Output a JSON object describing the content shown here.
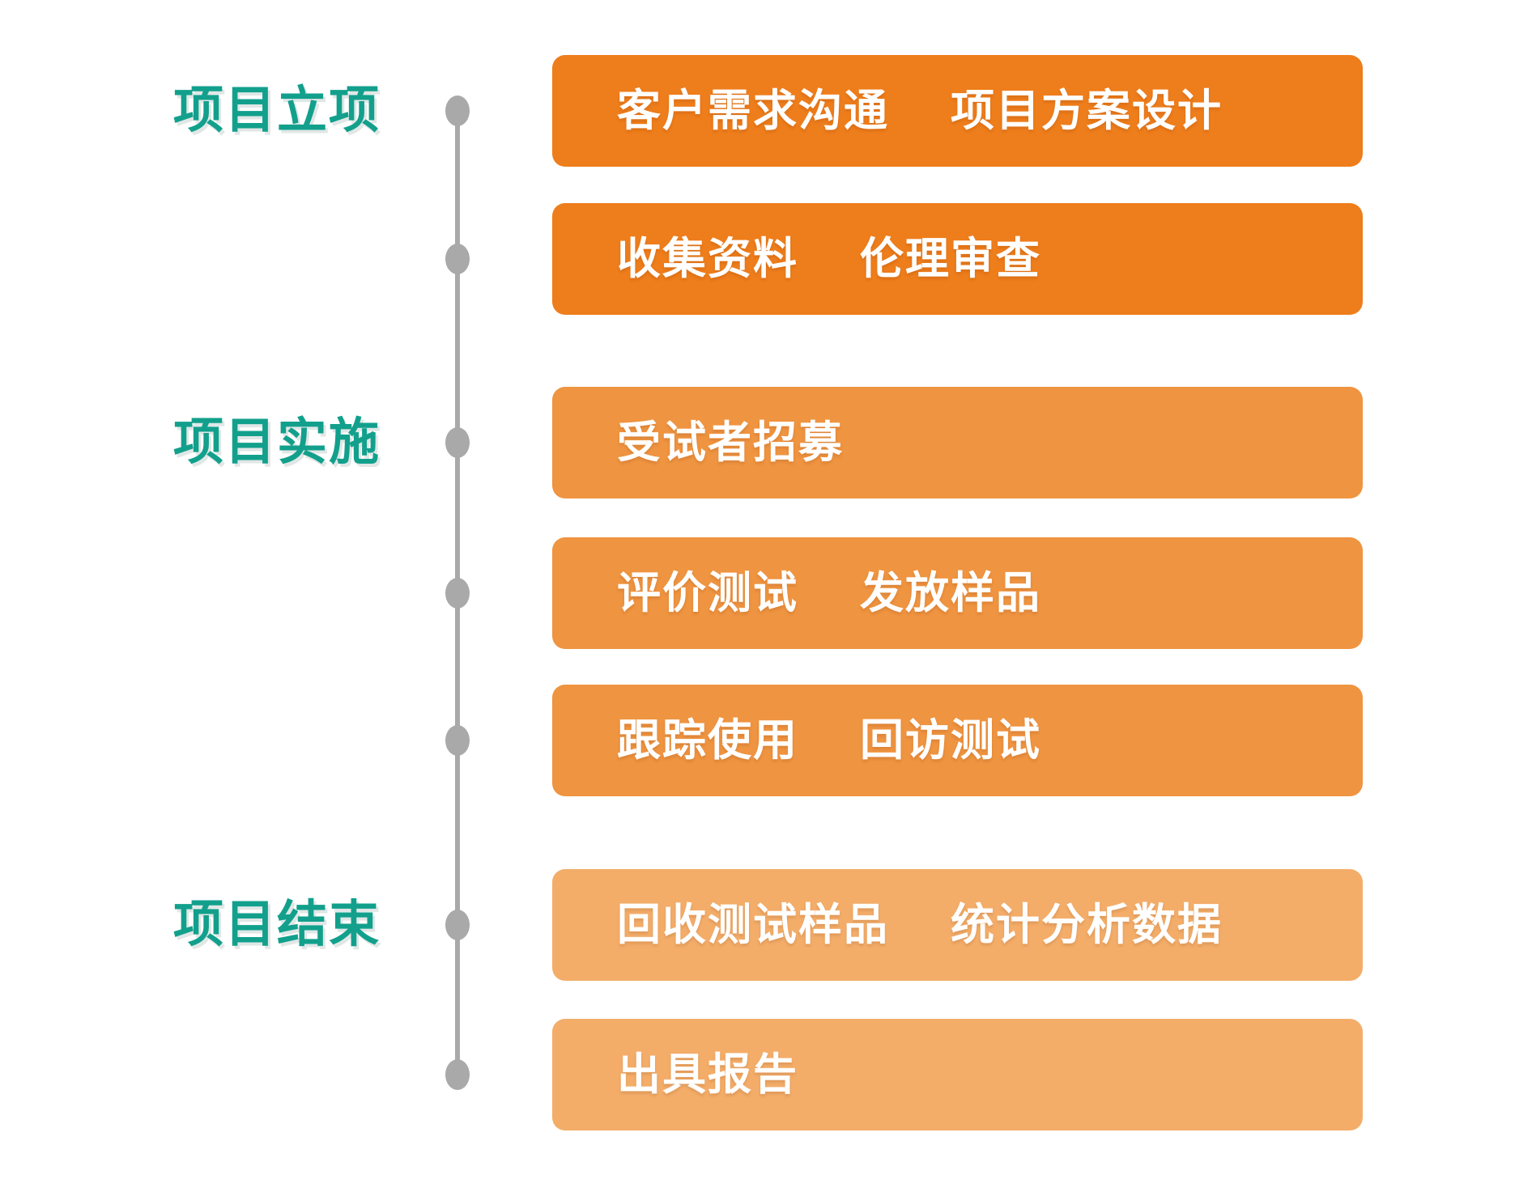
{
  "colors": {
    "background": "#FFFFFF",
    "stage_label": "#12A08C",
    "timeline_gray": "#A9A9A9",
    "bar_dark_orange": "#EE7D1B",
    "bar_mid_orange": "#EF9440",
    "bar_light_orange": "#F3AD69",
    "bar_text": "#FFFFFF"
  },
  "timeline": {
    "stages": [
      {
        "label": "项目立项"
      },
      {
        "label": "项目实施"
      },
      {
        "label": "项目结束"
      }
    ],
    "bars": [
      {
        "segments": [
          "客户需求沟通",
          "项目方案设计"
        ],
        "stage": "项目立项",
        "tone": "dark"
      },
      {
        "segments": [
          "收集资料",
          "伦理审查"
        ],
        "stage": "项目立项",
        "tone": "dark"
      },
      {
        "segments": [
          "受试者招募"
        ],
        "stage": "项目实施",
        "tone": "mid"
      },
      {
        "segments": [
          "评价测试",
          "发放样品"
        ],
        "stage": "项目实施",
        "tone": "mid"
      },
      {
        "segments": [
          "跟踪使用",
          "回访测试"
        ],
        "stage": "项目实施",
        "tone": "mid"
      },
      {
        "segments": [
          "回收测试样品",
          "统计分析数据"
        ],
        "stage": "项目结束",
        "tone": "light"
      },
      {
        "segments": [
          "出具报告"
        ],
        "stage": "项目结束",
        "tone": "light"
      }
    ]
  }
}
